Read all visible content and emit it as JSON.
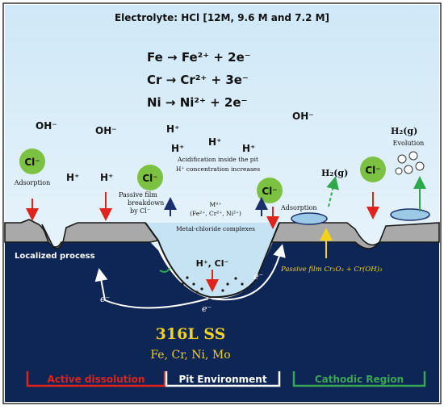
{
  "header": {
    "electrolyte": "Electrolyte: HCl [12M, 9.6 M and 7.2 M]"
  },
  "reactions": [
    "Fe → Fe²⁺ + 2e⁻",
    "Cr → Cr²⁺ + 3e⁻",
    "Ni → Ni²⁺ + 2e⁻"
  ],
  "species": {
    "oh_left": "OH⁻",
    "oh_mid": "OH⁻",
    "oh_right": "OH⁻",
    "h_plus": "H⁺",
    "cl_minus": "Cl⁻",
    "h2_gas": "H₂(g)",
    "h_cl_pit": "H⁺, Cl⁻",
    "m_n_plus": "Mⁿ⁺",
    "m_species": "(Fe²⁺, Cr²⁺, Ni²⁺)",
    "electron": "e⁻"
  },
  "labels": {
    "adsorption": "Adsorption",
    "passive_breakdown": [
      "Passive film",
      "breakdown",
      "by Cl⁻"
    ],
    "acidification": [
      "Acidification inside the pit",
      "H⁺ concentration increases"
    ],
    "metal_chloride": "Metal-chloride complexes",
    "evolution": "Evolution",
    "localized_process": "Localized process",
    "passive_film": "Passive film Cr₂O₃ + Cr(OH)₃",
    "alloy": "316L SS",
    "alloy_elements": "Fe, Cr, Ni, Mo"
  },
  "regions": {
    "active": "Active dissolution",
    "pit": "Pit Environment",
    "cathodic": "Cathodic Region"
  },
  "colors": {
    "water": "#bfe0f3",
    "metal": "#0e2656",
    "film": "#a9a9a9",
    "chloride": "#7cc142",
    "red_arrow": "#e0231b",
    "blue_arrow": "#1b2f6e",
    "green_arrow": "#2ea84a",
    "yellow": "#f2d21b",
    "active": "#e0231b",
    "pit": "#ffffff",
    "cathodic": "#3aa655"
  }
}
